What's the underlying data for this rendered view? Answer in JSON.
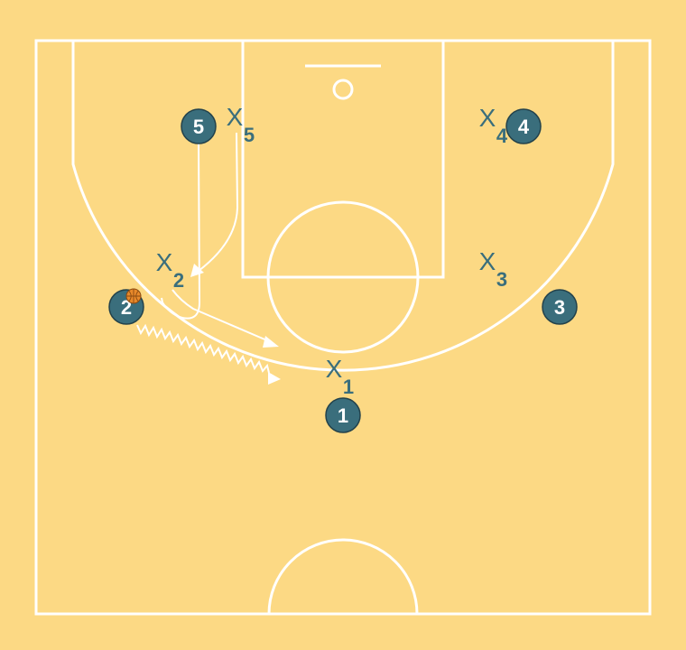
{
  "colors": {
    "floor": "#fcd984",
    "lines": "#ffffff",
    "player_fill": "#3a6e7c",
    "defender_text": "#3a6e7c",
    "ball": "#e8892a"
  },
  "offense": [
    {
      "id": "o1",
      "label": "1"
    },
    {
      "id": "o2",
      "label": "2"
    },
    {
      "id": "o3",
      "label": "3"
    },
    {
      "id": "o4",
      "label": "4"
    },
    {
      "id": "o5",
      "label": "5"
    }
  ],
  "defense": [
    {
      "id": "x1",
      "mark": "X",
      "number": "1"
    },
    {
      "id": "x2",
      "mark": "X",
      "number": "2"
    },
    {
      "id": "x3",
      "mark": "X",
      "number": "3"
    },
    {
      "id": "x4",
      "mark": "X",
      "number": "4"
    },
    {
      "id": "x5",
      "mark": "X",
      "number": "5"
    }
  ],
  "ball": {
    "icon": "basketball-icon",
    "holder": "2"
  }
}
